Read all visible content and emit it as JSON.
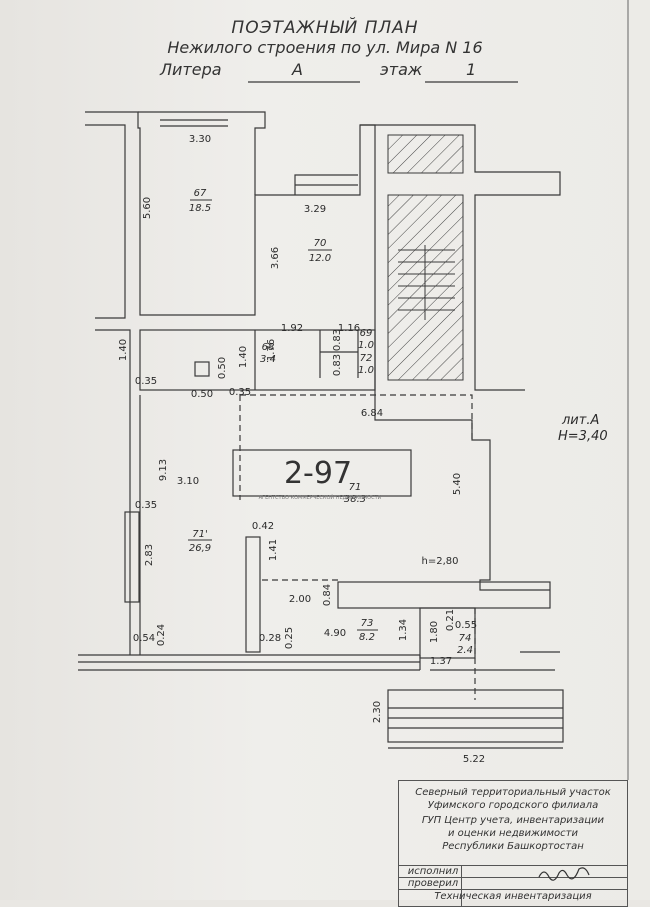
{
  "header": {
    "title": "ПОЭТАЖНЫЙ ПЛАН",
    "subtitle": "Нежилого строения по ул. Мира N 16",
    "litera_label": "Литера",
    "litera_value": "А",
    "floor_label": "этаж",
    "floor_value": "1"
  },
  "rooms": [
    {
      "number": "67",
      "area": "18.5"
    },
    {
      "number": "70",
      "area": "12.0"
    },
    {
      "number": "68",
      "area": "3.4"
    },
    {
      "number": "69",
      "area": "1.0"
    },
    {
      "number": "72",
      "area": "1.0"
    },
    {
      "number": "71",
      "area": "38.3"
    },
    {
      "number": "71'",
      "area": "26,9"
    },
    {
      "number": "73",
      "area": "8.2"
    },
    {
      "number": "74",
      "area": "2.4"
    }
  ],
  "dimensions": {
    "d330": "3.30",
    "d560": "5.60",
    "d329": "3.29",
    "d366": "3.66",
    "d192": "1.92",
    "d116": "1.16",
    "d176": "1.76",
    "d140a": "1.40",
    "d140b": "1.40",
    "d083a": "0.83",
    "d083b": "0.83",
    "d035a": "0.35",
    "d050a": "0.50",
    "d050b": "0.50",
    "d035b": "0.35",
    "d684": "6.84",
    "d913": "9.13",
    "d310": "3.10",
    "d035c": "0.35",
    "d540": "5.40",
    "d042": "0.42",
    "d141": "1.41",
    "d283": "2.83",
    "d280": "h=2,80",
    "d084": "0.84",
    "d200": "2.00",
    "d054": "0.54",
    "d024": "0.24",
    "d028": "0.28",
    "d025": "0.25",
    "d490": "4.90",
    "d134": "1.34",
    "d180": "1.80",
    "d021": "0.21",
    "d055": "0.55",
    "d137": "1.37",
    "d230": "2.30",
    "d522": "5.22"
  },
  "lit_label": "лит.А",
  "height_label": "H=3,40",
  "stamp_number": "2-97",
  "watermark": "АГЕНТСТВО КОММЕРЧЕСКОЙ НЕДВИЖИМОСТИ",
  "stamp_block": {
    "line1": "Северный территориальный участок",
    "line2": "Уфимского городского филиала",
    "line3": "ГУП Центр учета, инвентаризации",
    "line4": "и оценки недвижимости",
    "line5": "Республики Башкортостан",
    "row1": "исполнил",
    "row2": "проверил",
    "row3": "Техническая инвентаризация"
  },
  "colors": {
    "line": "#3a3a3a",
    "paper": "#ecebe7"
  }
}
